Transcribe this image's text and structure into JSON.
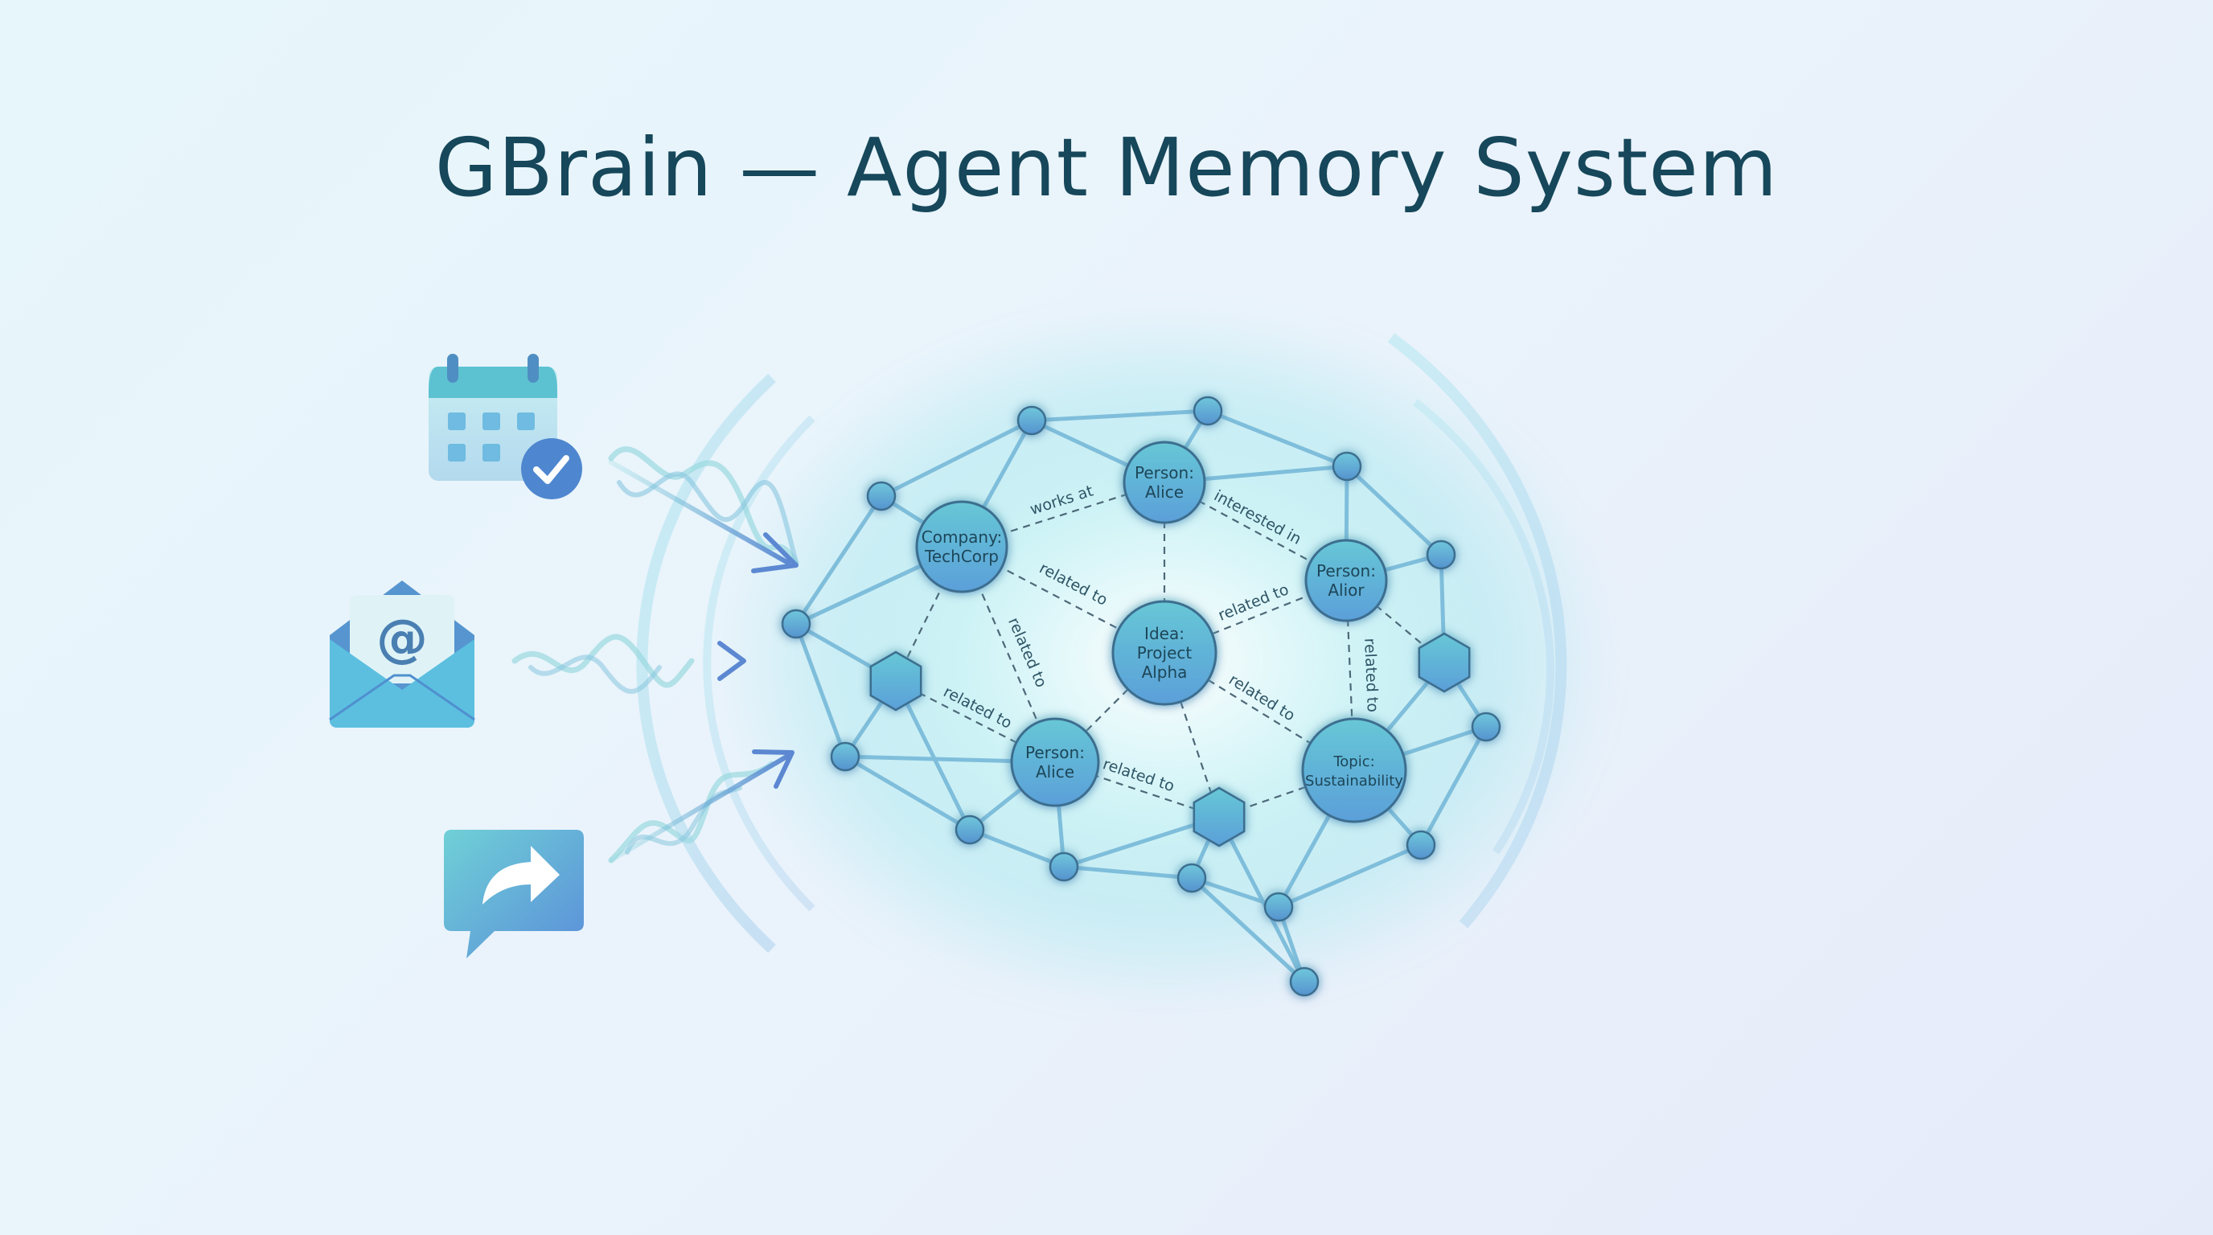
{
  "title": "GBrain — Agent Memory System",
  "colors": {
    "title": "#16475a",
    "node_fill": "#5fb7cf",
    "node_stroke": "#3d6e8f",
    "edge": "#7fc1d9",
    "dashed_edge": "#4d6878",
    "glow": "#8fe6ee"
  },
  "sources": [
    {
      "icon": "calendar-check-icon"
    },
    {
      "icon": "email-at-icon"
    },
    {
      "icon": "chat-share-icon"
    }
  ],
  "entities": [
    {
      "id": "techcorp",
      "lines": [
        "Company:",
        "TechCorp"
      ]
    },
    {
      "id": "alice_top",
      "lines": [
        "Person:",
        "Alice"
      ]
    },
    {
      "id": "alior",
      "lines": [
        "Person:",
        "Alior"
      ]
    },
    {
      "id": "project_alpha",
      "lines": [
        "Idea:",
        "Project",
        "Alpha"
      ]
    },
    {
      "id": "alice_bottom",
      "lines": [
        "Person:",
        "Alice"
      ]
    },
    {
      "id": "sustainability",
      "lines": [
        "Topic:",
        "Sustainability"
      ]
    }
  ],
  "relations": [
    {
      "from": "techcorp",
      "to": "alice_top",
      "label": "works at"
    },
    {
      "from": "alice_top",
      "to": "alior",
      "label": "interested in"
    },
    {
      "from": "techcorp",
      "to": "project_alpha",
      "label": "related to"
    },
    {
      "from": "project_alpha",
      "to": "alior",
      "label": "related to"
    },
    {
      "from": "techcorp",
      "to": "alice_bottom",
      "label": "related to"
    },
    {
      "from": "alior",
      "to": "sustainability",
      "label": "related to"
    },
    {
      "from": "project_alpha",
      "to": "sustainability",
      "label": "related to"
    },
    {
      "from": "hex_left",
      "to": "alice_bottom",
      "label": "related to"
    },
    {
      "from": "alice_bottom",
      "to": "hex_bottom",
      "label": "related to"
    }
  ]
}
